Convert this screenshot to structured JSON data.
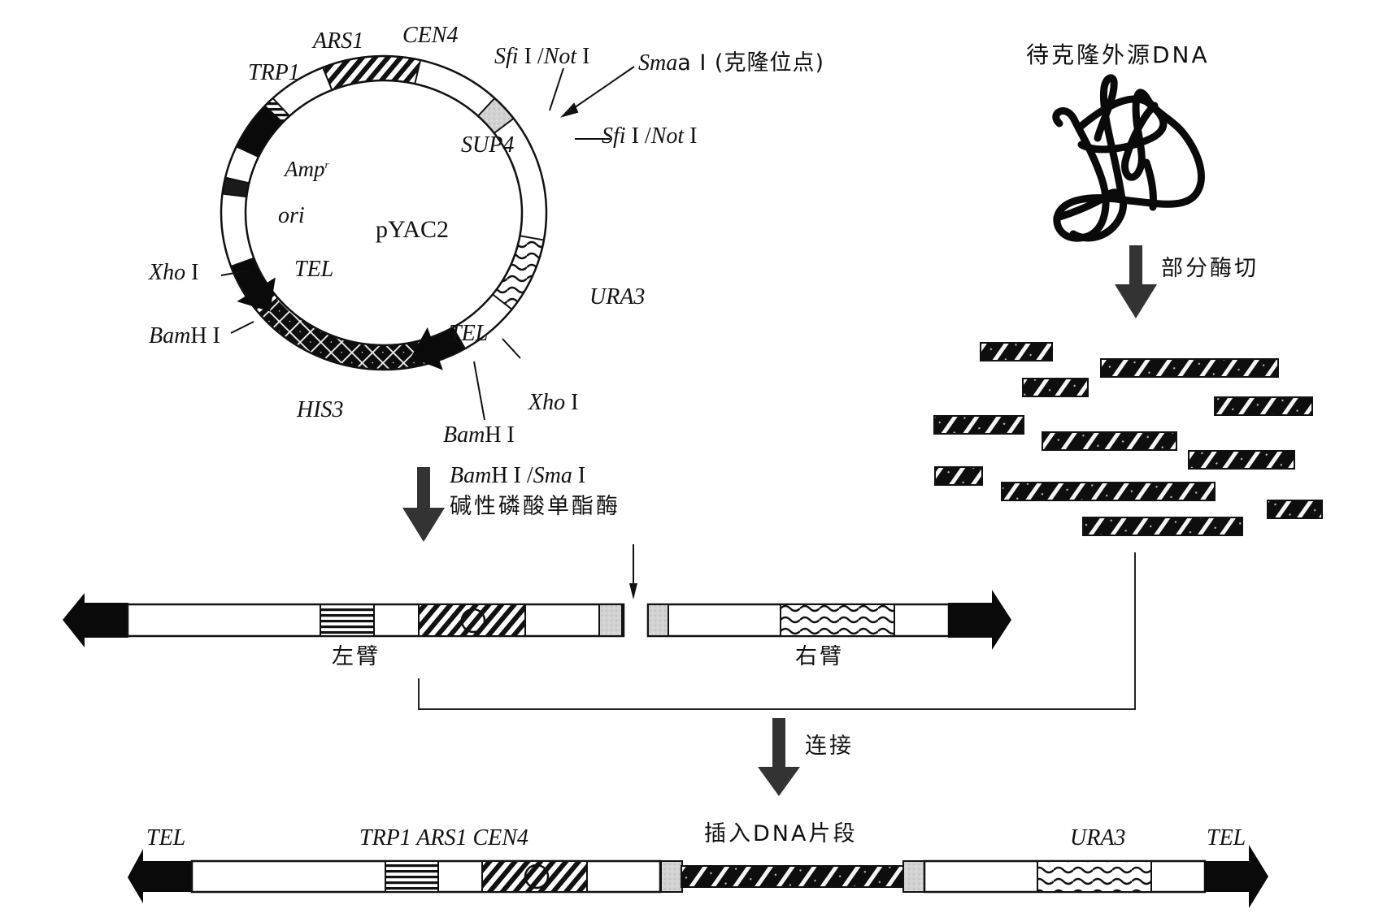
{
  "plasmid": {
    "name": "pYAC2",
    "segments": [
      "TRP1",
      "ARS1",
      "CEN4",
      "SUP4",
      "URA3",
      "TEL",
      "HIS3",
      "TEL",
      "ori",
      "Ampr"
    ],
    "labels": {
      "ars1": "ARS1",
      "cen4": "CEN4",
      "trp1": "TRP1",
      "amp": "Amp",
      "amp_sup": "r",
      "ori": "ori",
      "tel_left": "TEL",
      "tel_right": "TEL",
      "his3": "HIS3",
      "ura3": "URA3",
      "sup4": "SUP4"
    },
    "sites": {
      "sfi_not_top_a": "Sfi",
      "sfi_not_top_b": " I /",
      "sfi_not_top_c": "Not",
      "sfi_not_top_d": " I",
      "sma_a": "Sma",
      "sma_b": "a I (克隆位点)",
      "sfi_not_bottom_a": "Sfi",
      "sfi_not_bottom_b": " I /",
      "sfi_not_bottom_c": "Not",
      "sfi_not_bottom_d": " I",
      "xho_left_a": "Xho",
      "xho_left_b": " I",
      "bam_left_a": "Bam",
      "bam_left_b": "H I",
      "xho_right_a": "Xho",
      "xho_right_b": " I",
      "bam_right_a": "Bam",
      "bam_right_b": "H I"
    }
  },
  "step1": {
    "enzyme_a": "Bam",
    "enzyme_b": "H I /",
    "enzyme_c": "Sma",
    "enzyme_d": " I",
    "treatment": "碱性磷酸单酯酶"
  },
  "foreign_dna": {
    "title": "待克隆外源DNA",
    "digest_label": "部分酶切",
    "fragment_count": 11
  },
  "arms": {
    "left_label": "左臂",
    "right_label": "右臂"
  },
  "ligation": {
    "label": "连接"
  },
  "final_yac": {
    "tel_left": "TEL",
    "genes_left": "TRP1 ARS1 CEN4",
    "insert_label": "插入DNA片段",
    "ura3": "URA3",
    "tel_right": "TEL"
  }
}
